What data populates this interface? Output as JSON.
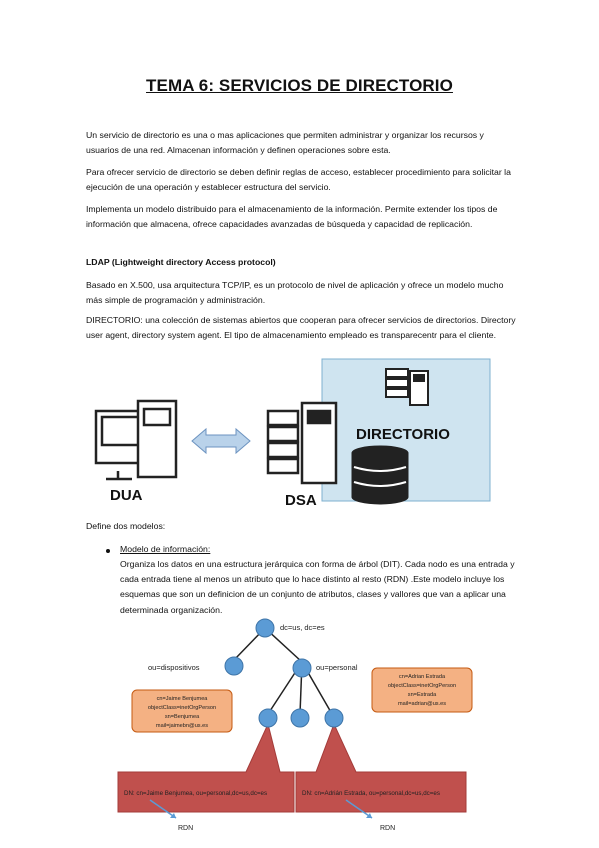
{
  "title": "TEMA 6: SERVICIOS DE DIRECTORIO",
  "paragraphs": {
    "p1": "Un servicio de directorio es una o mas aplicaciones que permiten administrar y organizar los recursos y usuarios de una red. Almacenan información y definen operaciones sobre esta.",
    "p2": "Para ofrecer servicio de directorio se deben definir reglas de acceso, establecer procedimiento para solicitar la ejecución de una operación y establecer estructura del servicio.",
    "p3": "Implementa un modelo distribuido para el almacenamiento de la información. Permite extender los tipos de información que almacena, ofrece capacidades avanzadas de búsqueda y capacidad de replicación.",
    "ldap_heading": "LDAP (Lightweight directory Access protocol)",
    "p4": "Basado en X.500, usa arquitectura TCP/IP, es un protocolo de nivel de aplicación y ofrece un modelo mucho más simple de programación y administración.",
    "p5": "DIRECTORIO: una colección de sistemas abiertos que cooperan para ofrecer servicios de directorios. Directory user agent, directory system agent. El tipo de almacenamiento empleado es transparecentr para el cliente.",
    "define": "Define dos modelos:",
    "bullet_title": "Modelo de información:",
    "bullet_text": "Organiza los datos en una estructura jerárquica con forma de árbol (DIT). Cada nodo es una entrada y cada entrada tiene al menos un atributo que lo hace distinto al resto (RDN) .Este modelo incluye los esquemas que son un definicion de un conjunto de atributos, clases y vallores que van a aplicar una determinada organización."
  },
  "figure1": {
    "dua_label": "DUA",
    "dsa_label": "DSA",
    "directorio_label": "DIRECTORIO",
    "colors": {
      "panel": "#cfe4f0",
      "panel_border": "#7fb0cf",
      "arrow": "#b9d2ea",
      "arrow_stroke": "#6c93c0"
    }
  },
  "figure2": {
    "root_label": "dc=us, dc=es",
    "left_label": "ou=dispositivos",
    "right_label": "ou=personal",
    "left_box": [
      "cn=Jaime Benjumea",
      "objectClass=inetOrgPerson",
      "sn=Benjumea",
      "mail=jaimebn@us.es"
    ],
    "right_box": [
      "cn=Adrian Estrada",
      "objectClass=inetOrgPerson",
      "sn=Estrada",
      "mail=adrian@us.es"
    ],
    "dn_left": "DN: cn=Jaime Benjumea, ou=personal,dc=us,dc=es",
    "dn_right": "DN: cn=Adrián Estrada, ou=personal,dc=us,dc=es",
    "rdn_left": "RDN",
    "rdn_right": "RDN",
    "colors": {
      "node": "#5b9bd5",
      "node_stroke": "#3f75a8",
      "orange": "#f4b183",
      "orange_stroke": "#c55a11",
      "red": "#c0504d",
      "red_dark": "#a33b39"
    }
  }
}
